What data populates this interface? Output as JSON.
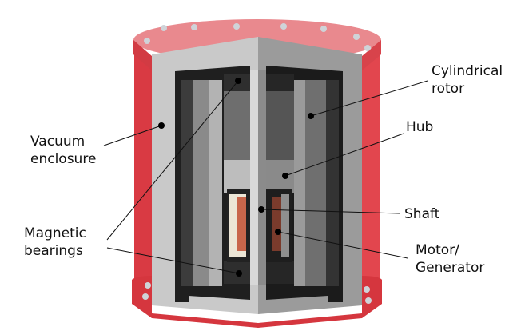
{
  "labels": {
    "vacuum_enclosure": [
      "Vacuum",
      "enclosure"
    ],
    "magnetic_bearings": [
      "Magnetic",
      "bearings"
    ],
    "cylindrical_rotor": [
      "Cylindrical",
      "rotor"
    ],
    "hub": "Hub",
    "shaft": "Shaft",
    "motor_generator": [
      "Motor/",
      "Generator"
    ]
  },
  "colors": {
    "enclosure_red": "#e0434b",
    "enclosure_top": "#e9878c",
    "cut_grey": "#c4c4c4",
    "interior_dark": "#1e1e1e",
    "coil_copper": "#c8664b"
  }
}
